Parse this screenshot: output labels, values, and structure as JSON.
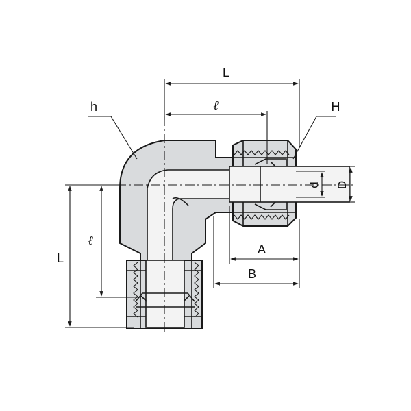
{
  "labels": {
    "top_length": "L",
    "top_ell": "ℓ",
    "body_h": "h",
    "nut_H": "H",
    "tube_d": "d",
    "tube_D": "D",
    "dim_A": "A",
    "dim_B": "B",
    "left_length": "L",
    "left_ell": "ℓ"
  }
}
